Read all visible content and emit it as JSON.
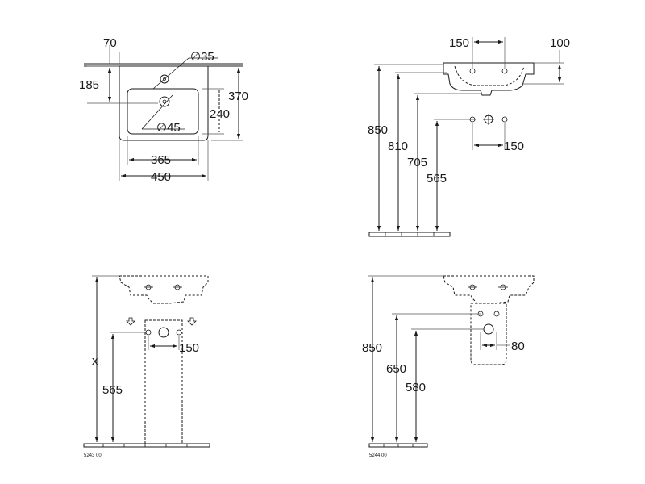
{
  "plan_view": {
    "label_70": "70",
    "label_185": "185",
    "label_dia35": "∅35",
    "label_370": "370",
    "label_240": "240",
    "label_dia45": "∅45",
    "label_365": "365",
    "label_450": "450"
  },
  "front_view": {
    "label_150_top": "150",
    "label_100": "100",
    "label_850": "850",
    "label_810": "810",
    "label_705": "705",
    "label_565": "565",
    "label_150_pipe": "150"
  },
  "pedestal_view": {
    "label_x": "x",
    "label_565": "565",
    "label_150": "150",
    "code": "5243 00"
  },
  "semi_pedestal_view": {
    "label_850": "850",
    "label_650": "650",
    "label_580": "580",
    "label_80": "80",
    "code": "5244 00"
  }
}
